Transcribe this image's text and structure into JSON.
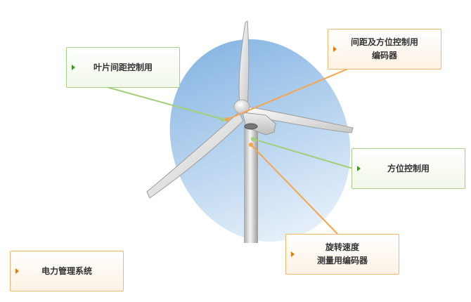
{
  "diagram": {
    "subject": "wind turbine",
    "callouts": [
      {
        "id": "blade-pitch",
        "text": "叶片间距控制用",
        "color": "green"
      },
      {
        "id": "pitch-yaw-encoder",
        "text": "间距及方位控制用\n编码器",
        "color": "orange"
      },
      {
        "id": "yaw-control",
        "text": "方位控制用",
        "color": "green"
      },
      {
        "id": "rotation-speed-encoder",
        "text": "旋转速度\n测量用编码器",
        "color": "orange"
      },
      {
        "id": "power-management",
        "text": "电力管理系统",
        "color": "orange"
      }
    ],
    "colors": {
      "green_line": "#a3cf77",
      "orange_line": "#f7a548",
      "sky_light": "#e4effa",
      "sky_dark": "#8bb8e4"
    }
  }
}
